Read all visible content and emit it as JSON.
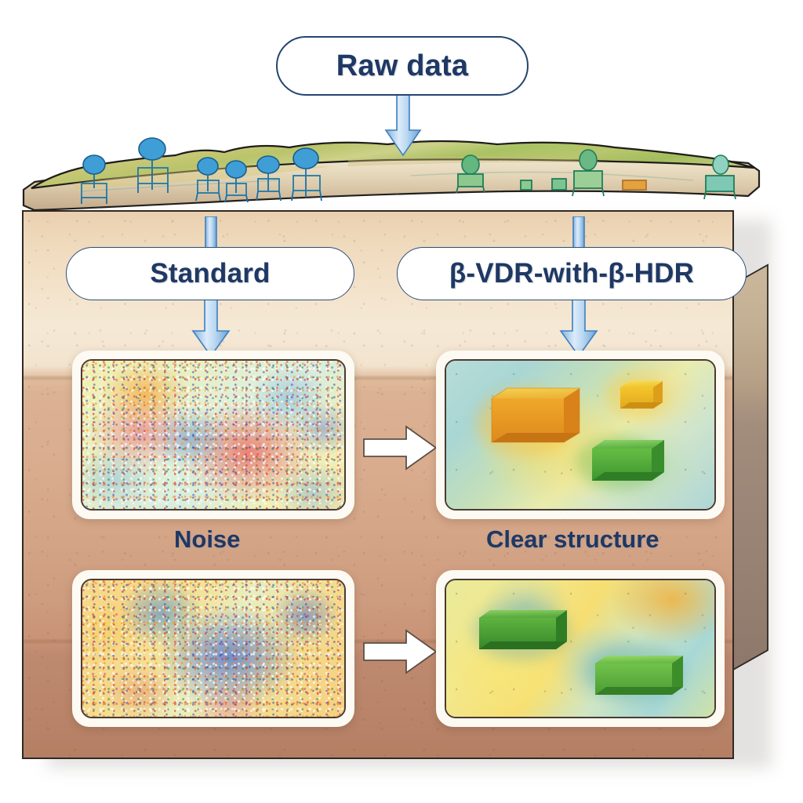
{
  "diagram": {
    "title_pill": {
      "label": "Raw data",
      "name": "raw-data-pill"
    },
    "branches": [
      {
        "label": "Standard",
        "name": "standard-pill"
      },
      {
        "label": "β-VDR-with-β-HDR",
        "name": "method-pill"
      }
    ],
    "captions": [
      {
        "label": "Noise",
        "name": "noise-caption"
      },
      {
        "label": "Clear structure",
        "name": "clear-structure-caption"
      }
    ],
    "colors": {
      "pill_text": "#1f3864",
      "pill_border": "#25456f",
      "arrow_blue_light": "#cfe4f7",
      "arrow_blue_mid": "#7fb3e0",
      "arrow_blue_edge": "#3f7fbf",
      "arrow_white": "#ffffff",
      "panel_frame": "#fdfaf3",
      "panel_border": "#4b3b30",
      "rock_upper": "#f3e2c9",
      "rock_middle": "#d9ac8e",
      "rock_lower": "#b47e63",
      "terrain_green": "#9dbd5e",
      "sensor_blue": "#2f8fc4",
      "sensor_green": "#3e9e72",
      "block_orange": "#e8951f",
      "block_yellow": "#f2c32a",
      "block_green": "#4fa83c"
    },
    "panels": [
      {
        "name": "standard-result-top",
        "kind": "noise",
        "row": "top",
        "column": "standard",
        "description": "Speckled multicolour noise field with diffuse blobs"
      },
      {
        "name": "method-result-top",
        "kind": "structure",
        "row": "top",
        "column": "method",
        "description": "Smooth field with three resolved bodies",
        "bodies": [
          {
            "name": "orange-body",
            "color": "#e8951f",
            "position": "left-center",
            "size": "large"
          },
          {
            "name": "yellow-body",
            "color": "#f2c32a",
            "position": "top-right",
            "size": "small"
          },
          {
            "name": "green-body",
            "color": "#4fa83c",
            "position": "bottom-right",
            "size": "medium"
          }
        ]
      },
      {
        "name": "standard-result-bottom",
        "kind": "noise",
        "row": "bottom",
        "column": "standard",
        "description": "Speckled warm-yellow noise field with blue diffuse cores"
      },
      {
        "name": "method-result-bottom",
        "kind": "structure",
        "row": "bottom",
        "column": "method",
        "description": "Smooth field with two resolved green bodies",
        "bodies": [
          {
            "name": "green-body-upper-left",
            "color": "#3f9a33",
            "position": "upper-left",
            "size": "medium"
          },
          {
            "name": "green-body-lower-right",
            "color": "#5bb23e",
            "position": "lower-right",
            "size": "medium"
          }
        ]
      }
    ],
    "arrows": {
      "down_from_raw": {
        "name": "raw-to-survey-arrow",
        "direction": "down"
      },
      "down_to_standard": {
        "name": "survey-to-standard-arrow",
        "direction": "down"
      },
      "down_to_method": {
        "name": "survey-to-method-arrow",
        "direction": "down"
      },
      "standard_to_method_top": {
        "name": "transform-arrow-top",
        "direction": "right"
      },
      "standard_to_method_bottom": {
        "name": "transform-arrow-bottom",
        "direction": "right"
      }
    },
    "survey": {
      "name": "seismic-survey-terrain",
      "sensor_count_blue": 6,
      "sensor_count_green": 4,
      "description": "Watercolour terrain slab with seismic acquisition equipment"
    }
  }
}
